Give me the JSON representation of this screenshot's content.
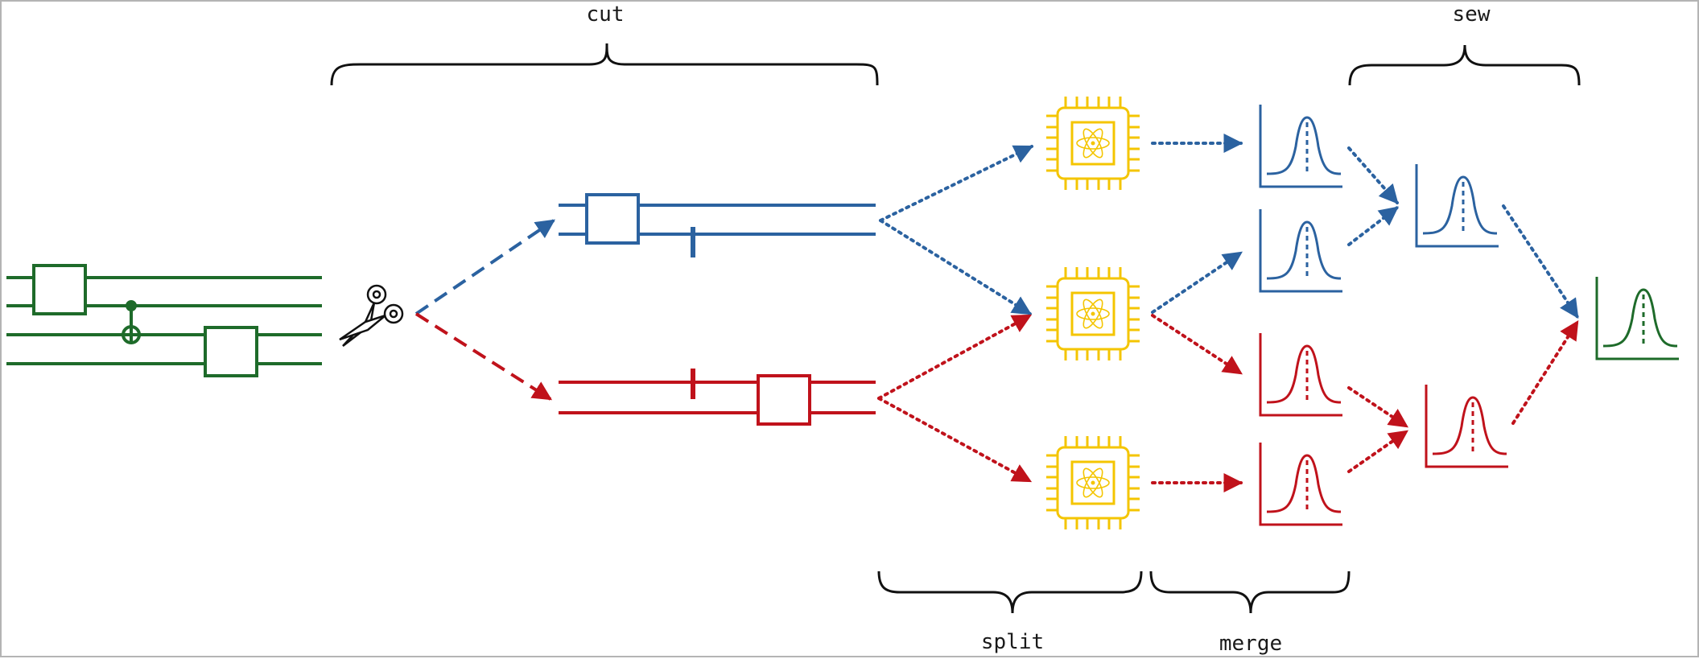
{
  "labels": {
    "cut": "cut",
    "sew": "sew",
    "split": "split",
    "merge": "merge"
  },
  "colors": {
    "original": "#1e6b2a",
    "fragment_a": "#2b62a0",
    "fragment_b": "#c0121b",
    "qpu": "#f4c500",
    "brace": "#111111",
    "border": "#b4b4b4"
  },
  "icons": [
    "scissors-icon",
    "qpu-chip-icon",
    "distribution-icon"
  ]
}
